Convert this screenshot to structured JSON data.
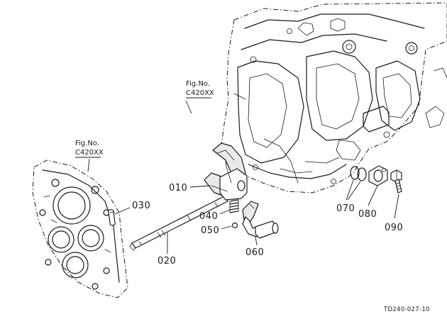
{
  "diagram": {
    "figure_refs": [
      {
        "line1": "Fig.No.",
        "line2": "C420XX"
      },
      {
        "line1": "Fig.No.",
        "line2": "C420XX"
      }
    ],
    "parts": [
      {
        "ref": "010"
      },
      {
        "ref": "020"
      },
      {
        "ref": "030"
      },
      {
        "ref": "040"
      },
      {
        "ref": "050"
      },
      {
        "ref": "060"
      },
      {
        "ref": "070"
      },
      {
        "ref": "080"
      },
      {
        "ref": "090"
      }
    ],
    "drawing_code": "TD240-027-10"
  }
}
